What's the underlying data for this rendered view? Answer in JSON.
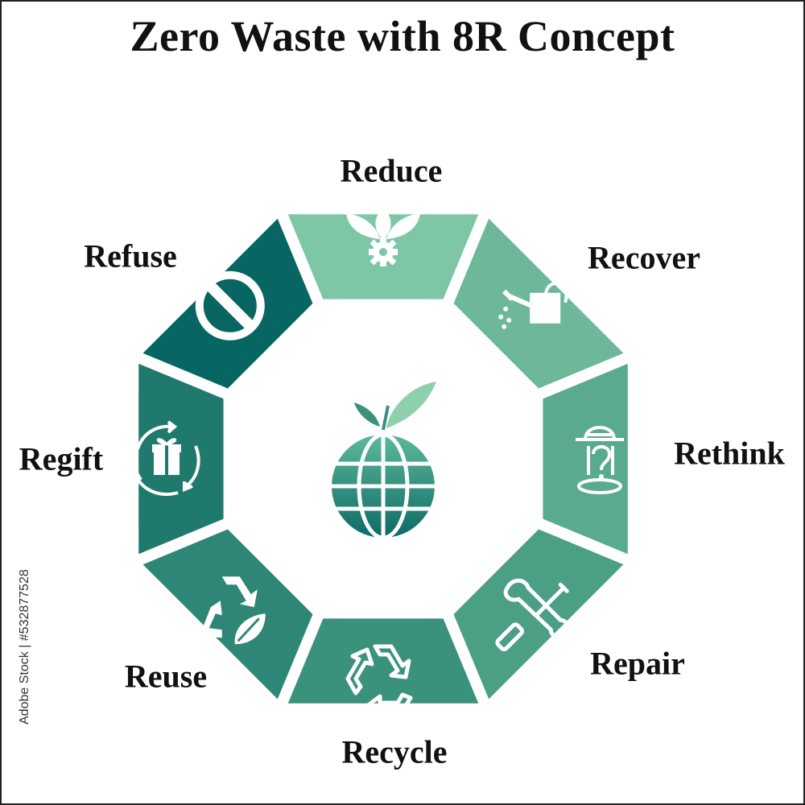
{
  "title": "Zero Waste with 8R Concept",
  "center": {
    "icon": "globe-with-leaf-icon"
  },
  "segments": [
    {
      "label": "Reduce",
      "icon": "leaves-gear-icon",
      "color": "#7dc6a6"
    },
    {
      "label": "Recover",
      "icon": "watering-can-icon",
      "color": "#6cb899"
    },
    {
      "label": "Rethink",
      "icon": "detective-question-icon",
      "color": "#5aab8e"
    },
    {
      "label": "Repair",
      "icon": "wrench-screwdriver-icon",
      "color": "#4a9f85"
    },
    {
      "label": "Recycle",
      "icon": "recycle-icon",
      "color": "#3a927d"
    },
    {
      "label": "Reuse",
      "icon": "reuse-arrows-leaf-icon",
      "color": "#2e8676"
    },
    {
      "label": "Regift",
      "icon": "gift-cycle-icon",
      "color": "#1f7a6d"
    },
    {
      "label": "Refuse",
      "icon": "no-sign-icon",
      "color": "#076662"
    }
  ],
  "stock_id": "Adobe Stock | #532877528"
}
